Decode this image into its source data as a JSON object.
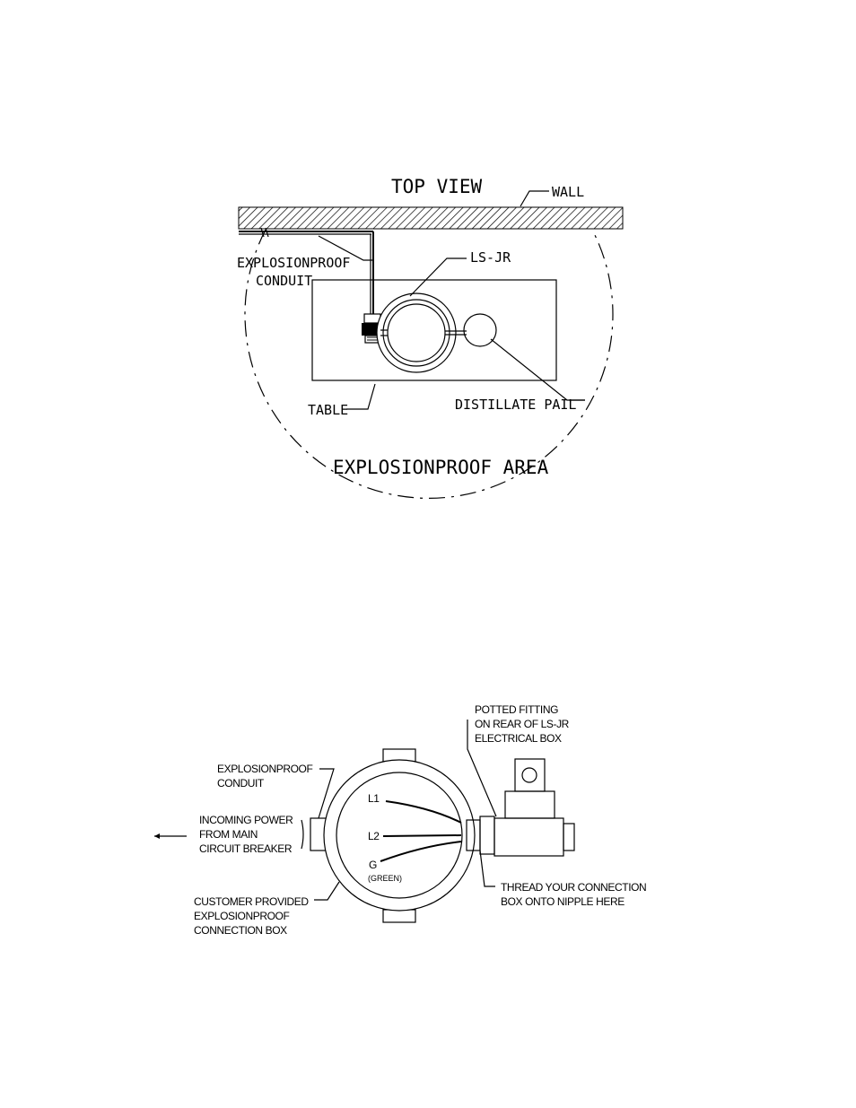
{
  "top_view": {
    "title": "TOP VIEW",
    "wall_label": "WALL",
    "conduit_label_line1": "EXPLOSIONPROOF",
    "conduit_label_line2": "CONDUIT",
    "unit_label": "LS-JR",
    "table_label": "TABLE",
    "pail_label": "DISTILLATE PAIL",
    "area_label": "EXPLOSIONPROOF AREA"
  },
  "wiring": {
    "fitting_line1": "POTTED FITTING",
    "fitting_line2": "ON REAR OF LS-JR",
    "fitting_line3": "ELECTRICAL BOX",
    "conduit_line1": "EXPLOSIONPROOF",
    "conduit_line2": "CONDUIT",
    "power_line1": "INCOMING POWER",
    "power_line2": "FROM MAIN",
    "power_line3": "CIRCUIT BREAKER",
    "customer_line1": "CUSTOMER PROVIDED",
    "customer_line2": "EXPLOSIONPROOF",
    "customer_line3": "CONNECTION BOX",
    "thread_line1": "THREAD YOUR CONNECTION",
    "thread_line2": "BOX ONTO NIPPLE HERE",
    "wire_l1": "L1",
    "wire_l2": "L2",
    "wire_g": "G",
    "wire_g_note": "(GREEN)"
  }
}
